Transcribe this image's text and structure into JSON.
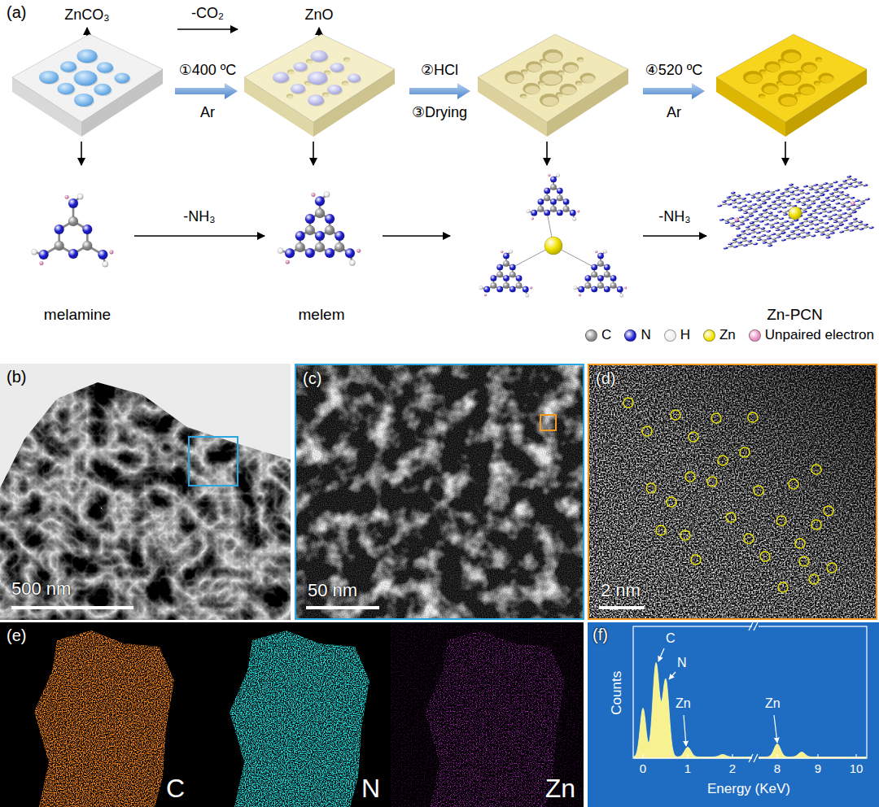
{
  "diagram": {
    "nodes": [
      {
        "text": [
          "(a)"
        ]
      },
      {
        "text": [
          "melamine"
        ],
        "in": 0
      },
      {
        "text": [
          "melem"
        ],
        "in": 0
      },
      {
        "text": [
          "Zn-PCN"
        ],
        "in": 0
      },
      {
        "text": [
          "(b)",
          "500 nm"
        ]
      },
      {
        "text": [
          "(c)",
          "50 nm"
        ]
      },
      {
        "text": [
          "(d)",
          "2 nm"
        ]
      },
      {
        "text": [
          "(e)"
        ]
      },
      {
        "text": [
          "C"
        ],
        "in": 7
      },
      {
        "text": [
          "N"
        ],
        "in": 7
      },
      {
        "text": [
          "Zn"
        ],
        "in": 7
      },
      {
        "text": [
          "(f)"
        ]
      }
    ],
    "edges": [
      {
        "from": 1,
        "to": 2,
        "arrow": "to",
        "label": "-NH₃"
      }
    ],
    "labels": [
      "ZnCO₃",
      "-CO₂",
      "ZnO",
      "①400 ºC",
      "Ar",
      "②HCl",
      "③Drying",
      "④520 ºC",
      "Ar",
      "-NH₃",
      "C",
      "N",
      "Zn",
      "Zn",
      "Counts",
      "0",
      "1",
      "2",
      "8",
      "9",
      "10",
      "Energy (KeV)"
    ],
    "legend": [
      {
        "text": "C",
        "color": "#8c8c8c"
      },
      {
        "text": "N",
        "color": "#1d1dcf"
      },
      {
        "text": "H",
        "color": "#eeeeee"
      },
      {
        "text": "Zn",
        "color": "#f2e200"
      },
      {
        "text": "Unpaired electron",
        "color": "#e58cc0"
      }
    ]
  }
}
